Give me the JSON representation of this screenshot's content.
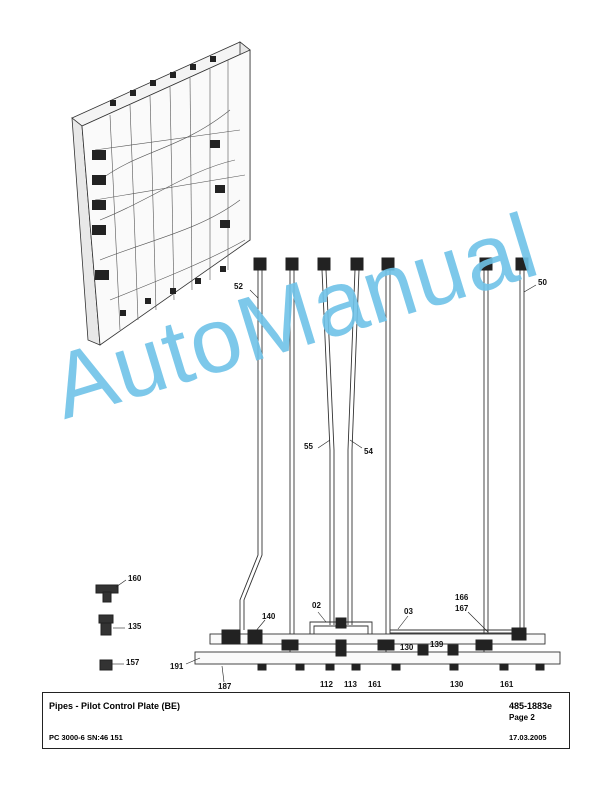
{
  "title_block": {
    "title": "Pipes - Pilot Control Plate (BE)",
    "document_number": "485-1883e",
    "page": "Page 2",
    "model": "PC 3000-6 SN:46 151",
    "date": "17.03.2005"
  },
  "watermark": "AutoManual",
  "callouts": {
    "c52": "52",
    "c50": "50",
    "c55": "55",
    "c54": "54",
    "c160": "160",
    "c135": "135",
    "c157": "157",
    "c140": "140",
    "c02": "02",
    "c03": "03",
    "c166": "166",
    "c167": "167",
    "c139": "139",
    "c130a": "130",
    "c191": "191",
    "c187": "187",
    "c112": "112",
    "c113": "113",
    "c161a": "161",
    "c130b": "130",
    "c161b": "161"
  }
}
